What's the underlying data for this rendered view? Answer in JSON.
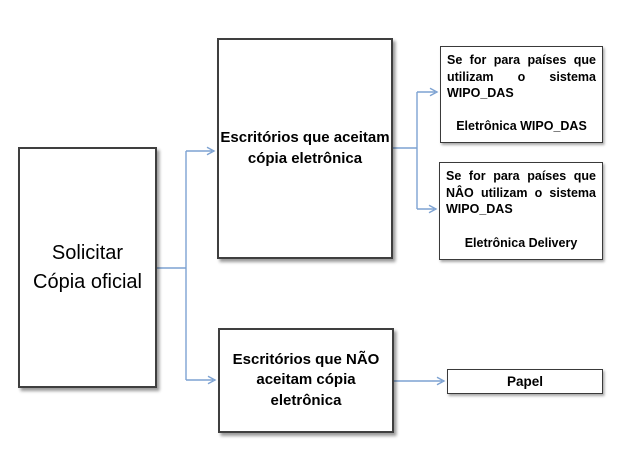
{
  "colors": {
    "connector": "#7da2d2",
    "box_border": "#3f3f3f",
    "background": "#ffffff",
    "text": "#000000"
  },
  "nodes": {
    "root": {
      "label": "Solicitar\nCópia oficial"
    },
    "accept": {
      "label": "Escritórios que aceitam\ncópia eletrônica"
    },
    "not_accept": {
      "label": "Escritórios que NÃO\naceitam cópia\neletrônica"
    },
    "das": {
      "condition": "Se for para países que utilizam o sistema WIPO_DAS",
      "result": "Eletrônica WIPO_DAS"
    },
    "no_das": {
      "condition": "Se for para países que NÂO utilizam o sistema WIPO_DAS",
      "result": "Eletrônica Delivery"
    },
    "paper": {
      "label": "Papel"
    }
  }
}
